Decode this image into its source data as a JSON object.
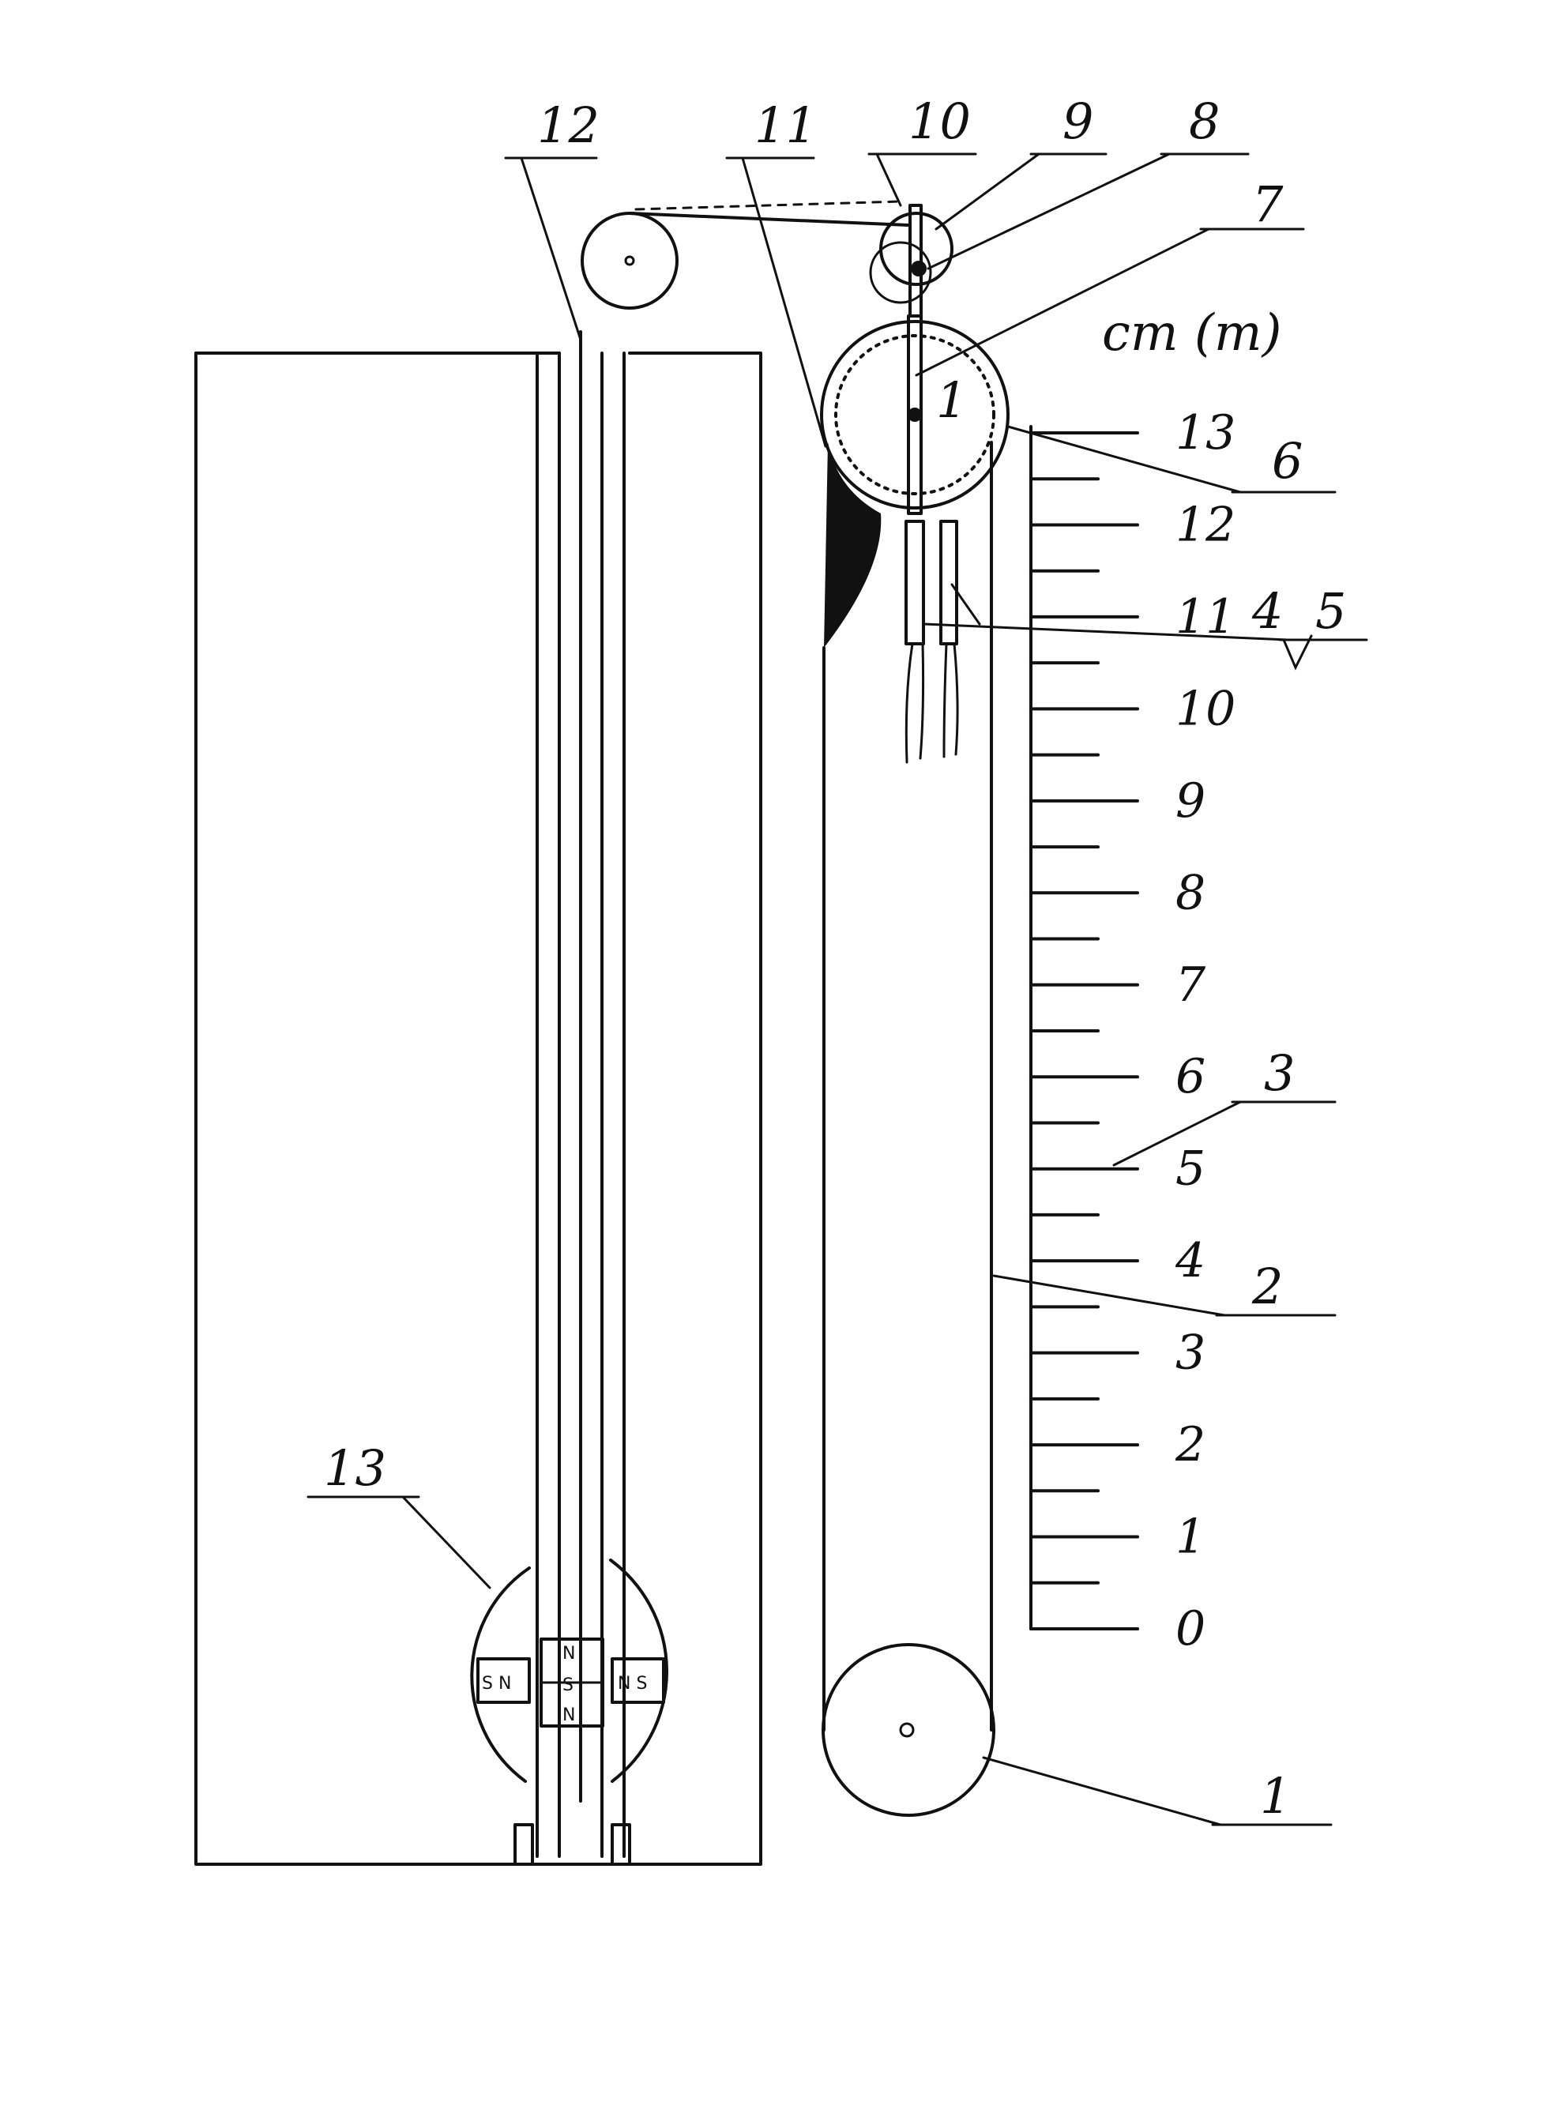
{
  "unit_label": "cm (m)",
  "scale_ticks": [
    "13",
    "12",
    "11",
    "10",
    "9",
    "8",
    "7",
    "6",
    "5",
    "4",
    "3",
    "2",
    "1",
    "0"
  ],
  "callouts": [
    "1",
    "2",
    "3",
    "4",
    "5",
    "6",
    "7",
    "8",
    "9",
    "10",
    "11",
    "12",
    "13"
  ],
  "dial_label": "1",
  "magnet_labels": {
    "left": "S N",
    "right": "N S",
    "center_top": "N",
    "center_mid": "S",
    "center_bottom": "N"
  }
}
